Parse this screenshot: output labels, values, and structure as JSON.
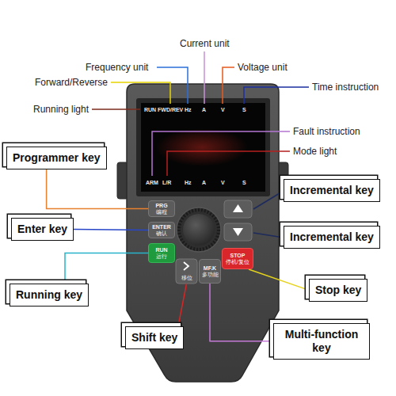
{
  "diagram": {
    "nodes": [
      {
        "text": [
          "RUN",
          "FWD/REV",
          "Hz",
          "A",
          "V",
          "S",
          "ARM",
          "L/R",
          "Hz",
          "A",
          "V",
          "S"
        ]
      },
      {
        "text": [
          "Programmer key"
        ]
      },
      {
        "text": [
          "Incremental key"
        ]
      },
      {
        "text": [
          "PRG",
          "编程"
        ]
      },
      {
        "text": [
          "Enter key"
        ]
      },
      {
        "text": [
          "ENTER",
          "确认"
        ]
      },
      {
        "text": [
          "Incremental key"
        ]
      },
      {
        "text": [
          "RUN",
          "运行"
        ]
      },
      {
        "text": [
          "STOP",
          "停机/复位"
        ]
      },
      {
        "text": [
          "移位"
        ]
      },
      {
        "text": [
          "MF.K",
          "多功能"
        ]
      },
      {
        "text": [
          "Stop key"
        ]
      },
      {
        "text": [
          "Running key"
        ]
      },
      {
        "text": [
          "Shift key"
        ]
      },
      {
        "text": [
          "Multi-function key"
        ]
      }
    ],
    "edges": [
      {
        "from": 1,
        "to": 3,
        "arrow": "none"
      },
      {
        "from": 4,
        "to": 5,
        "arrow": "none"
      },
      {
        "from": 11,
        "to": 8,
        "arrow": "none"
      },
      {
        "from": 12,
        "to": 7,
        "arrow": "none"
      },
      {
        "from": 13,
        "to": 9,
        "arrow": "none"
      },
      {
        "from": 14,
        "to": 10,
        "arrow": "none"
      }
    ],
    "labels": [
      "Current unit",
      "Frequency unit",
      "Voltage unit",
      "Forward/Reverse",
      "Time instruction",
      "Running light",
      "Fault instruction",
      "Mode light"
    ]
  }
}
